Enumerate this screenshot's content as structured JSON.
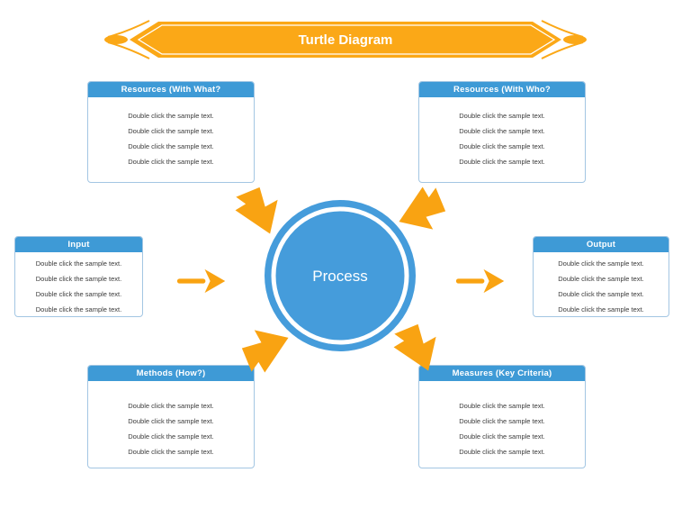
{
  "title": "Turtle Diagram",
  "colors": {
    "banner_orange": "#fba817",
    "arrow_orange": "#f9a312",
    "header_blue": "#3e9ad6",
    "circle_blue": "#459cdb",
    "box_border": "#a3c6e3",
    "body_text": "#3a3a3a"
  },
  "process": {
    "label": "Process"
  },
  "boxes": {
    "top_left": {
      "title": "Resources (With What?",
      "lines": [
        "Double click the sample text.",
        "Double click the sample text.",
        "Double click the sample text.",
        "Double click the sample text."
      ]
    },
    "top_right": {
      "title": "Resources (With Who?",
      "lines": [
        "Double click the sample text.",
        "Double click the sample text.",
        "Double click the sample text.",
        "Double click the sample text."
      ]
    },
    "left": {
      "title": "Input",
      "lines": [
        "Double click the sample text.",
        "Double click the sample text.",
        "Double click the sample text.",
        "Double click the sample text."
      ]
    },
    "right": {
      "title": "Output",
      "lines": [
        "Double click the sample text.",
        "Double click the sample text.",
        "Double click the sample text.",
        "Double click the sample text."
      ]
    },
    "bottom_left": {
      "title": "Methods (How?)",
      "lines": [
        "Double click the sample text.",
        "Double click the sample text.",
        "Double click the sample text.",
        "Double click the sample text."
      ]
    },
    "bottom_right": {
      "title": "Measures (Key Criteria)",
      "lines": [
        "Double click the sample text.",
        "Double click the sample text.",
        "Double click the sample text.",
        "Double click the sample text."
      ]
    }
  }
}
